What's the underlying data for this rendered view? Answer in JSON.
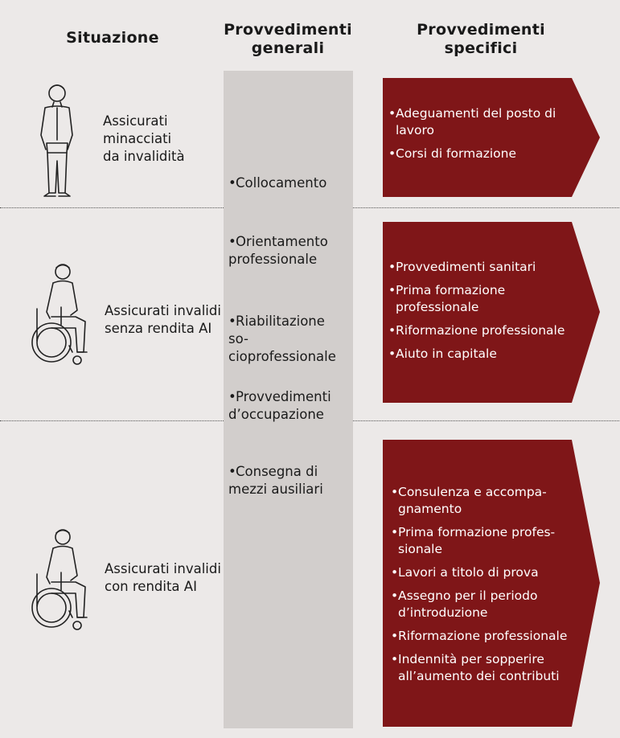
{
  "title": "",
  "columns": {
    "situation": "Situazione",
    "general": [
      "Provvedimenti",
      "generali"
    ],
    "specific": [
      "Provvedimenti",
      "specifici"
    ]
  },
  "situations": [
    {
      "label": [
        "Assicurati",
        "minacciati",
        "da invalidità"
      ],
      "icon": "standing-person-icon"
    },
    {
      "label": [
        "Assicurati invalidi",
        "senza rendita AI"
      ],
      "icon": "wheelchair-user-icon"
    },
    {
      "label": [
        "Assicurati invalidi",
        "con rendita AI"
      ],
      "icon": "wheelchair-user-icon"
    }
  ],
  "general_measures": [
    [
      "Collocamento"
    ],
    [
      "Orientamento",
      "professionale"
    ],
    [
      "Riabilitazione so-",
      "cioprofessionale"
    ],
    [
      "Provvedimenti",
      "d’occupazione"
    ],
    [
      "Consegna di",
      "mezzi ausiliari"
    ]
  ],
  "specific_measures": [
    [
      [
        "Adeguamenti del posto di",
        "lavoro"
      ],
      [
        "Corsi di formazione"
      ]
    ],
    [
      [
        "Provvedimenti sanitari"
      ],
      [
        "Prima formazione",
        "professionale"
      ],
      [
        "Riformazione professionale"
      ],
      [
        "Aiuto in capitale"
      ]
    ],
    [
      [
        "Consulenza e accompa-",
        "gnamento"
      ],
      [
        "Prima formazione profes-",
        "sionale"
      ],
      [
        "Lavori a titolo di prova"
      ],
      [
        "Assegno per il periodo",
        "d’introduzione"
      ],
      [
        "Riformazione professionale"
      ],
      [
        "Indennità per sopperire",
        "all’aumento dei contributi"
      ]
    ]
  ],
  "bullet": "•",
  "colors": {
    "background": "#ece9e8",
    "band": "#d2cecc",
    "arrow": "#7f1618",
    "text": "#1a1a1a"
  }
}
